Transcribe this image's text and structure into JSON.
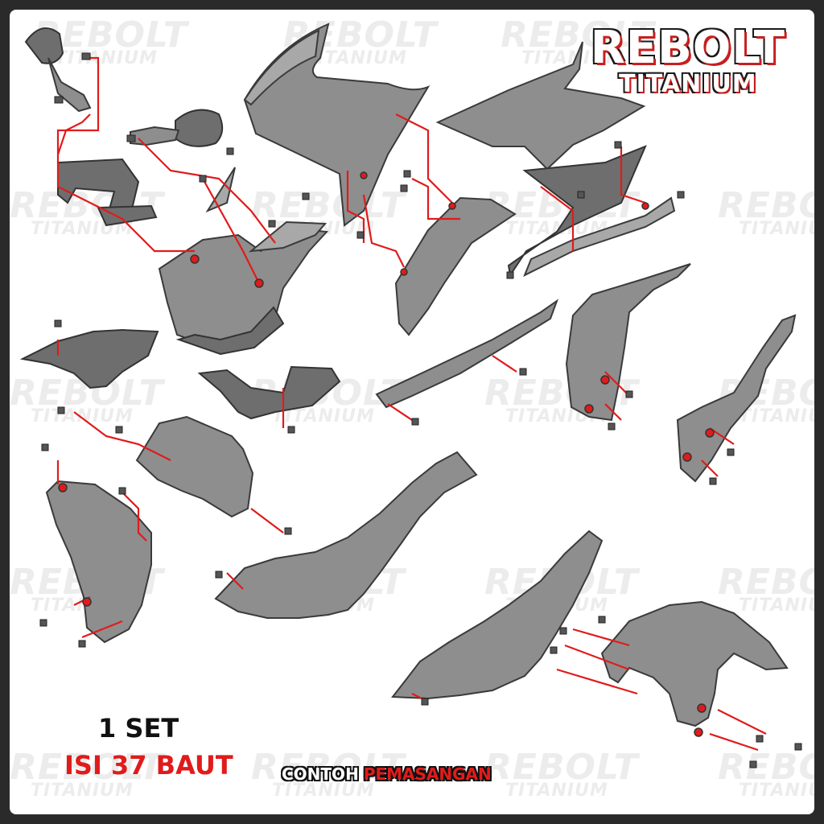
{
  "brand": {
    "name": "REBOLT",
    "subtitle": "TITANIUM",
    "accent_color": "#e01b1b",
    "text_color": "#ffffff",
    "outline_color": "#1a1a1a"
  },
  "watermark": {
    "line1": "REBOLT",
    "line2": "TITANIUM",
    "color": "#ececec"
  },
  "info": {
    "set_label": "1 SET",
    "bolt_count_label": "ISI 37 BAUT"
  },
  "caption": {
    "part1": "CONTOH",
    "part2": "PEMASANGAN"
  },
  "illustration": {
    "description_icon": "motorcycle-fairing-parts-exploded-diagram-icon",
    "part_color": "#8e8e8e",
    "line_color": "#e01b1b"
  }
}
